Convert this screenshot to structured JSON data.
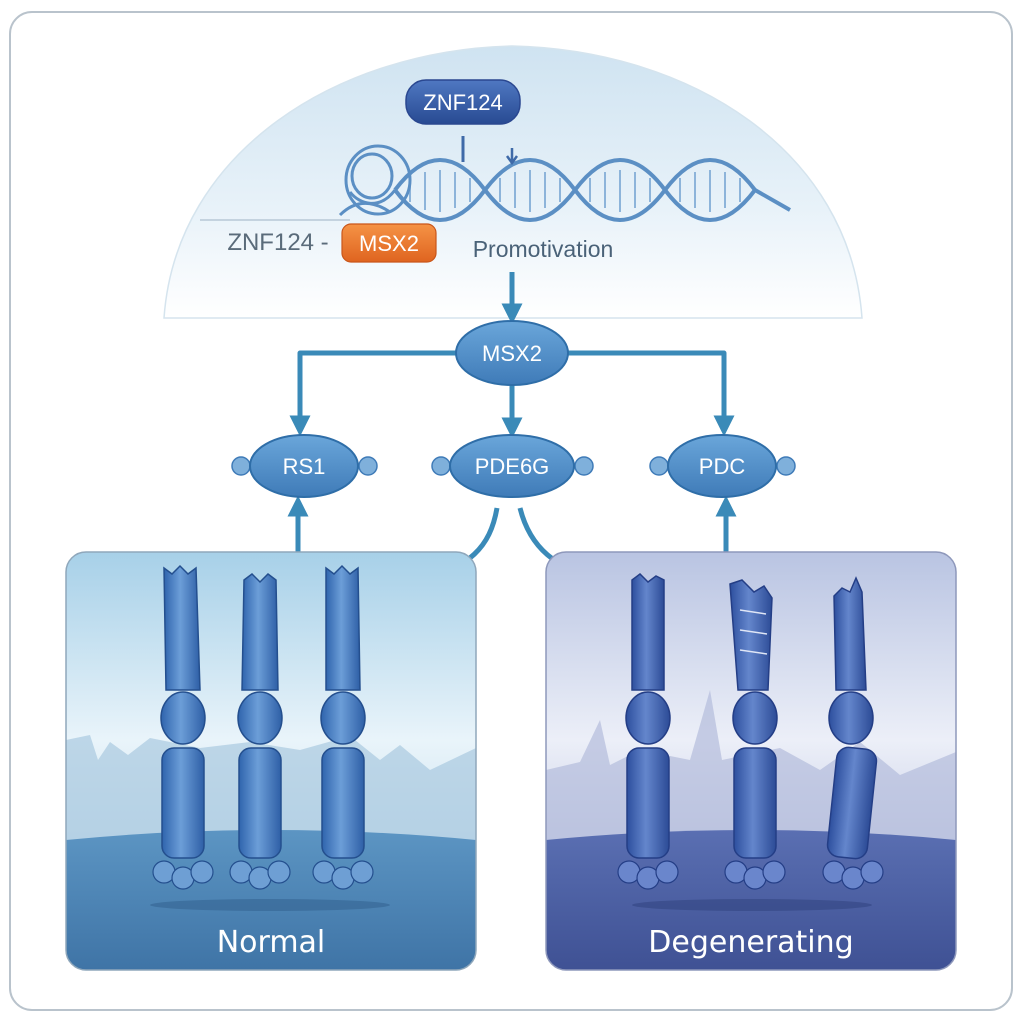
{
  "diagram": {
    "regulator": {
      "label": "ZNF124"
    },
    "complex": {
      "prefix": "ZNF124 -",
      "partner": "MSX2"
    },
    "process_label": "Promotivation",
    "hub": {
      "label": "MSX2"
    },
    "targets": [
      {
        "label": "RS1"
      },
      {
        "label": "PDE6G"
      },
      {
        "label": "PDC"
      }
    ],
    "panels": [
      {
        "label": "Normal"
      },
      {
        "label": "Degenerating"
      }
    ]
  },
  "colors": {
    "arrow": "#3a8ab8",
    "pill_blue": "#4a86c2",
    "pill_dark": "#2e55a0",
    "pill_orange": "#e8742a",
    "normal_panel": "#4d86b6",
    "degenerating_panel": "#4e64a6",
    "dna": "#5b8fc4"
  },
  "icons": {
    "dna": "dna-helix-icon",
    "rod_cell": "photoreceptor-rod-icon"
  }
}
